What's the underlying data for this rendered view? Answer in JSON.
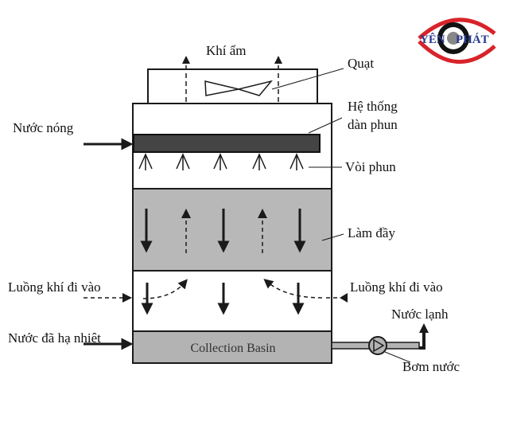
{
  "logo": {
    "text_left": "YÊN",
    "text_right": "PHÁT",
    "colors": {
      "ring": "#d8232a",
      "text": "#2a3a8f"
    }
  },
  "labels": {
    "moist_air": "Khí ẩm",
    "fan": "Quạt",
    "spray_system_line1": "Hệ thống",
    "spray_system_line2": "dàn phun",
    "hot_water": "Nước nóng",
    "nozzle": "Vòi phun",
    "fill": "Làm đầy",
    "air_inlet_left": "Luồng khí đi vào",
    "air_inlet_right": "Luồng khí đi vào",
    "cold_water": "Nước lạnh",
    "cooled_water": "Nước đã hạ nhiệt",
    "collection_basin": "Collection Basin",
    "pump": "Bơm nước"
  },
  "colors": {
    "fill_section": "#b8b8b8",
    "spray_bar": "#444444",
    "basin": "#b3b3b3",
    "line": "#1a1a1a"
  }
}
